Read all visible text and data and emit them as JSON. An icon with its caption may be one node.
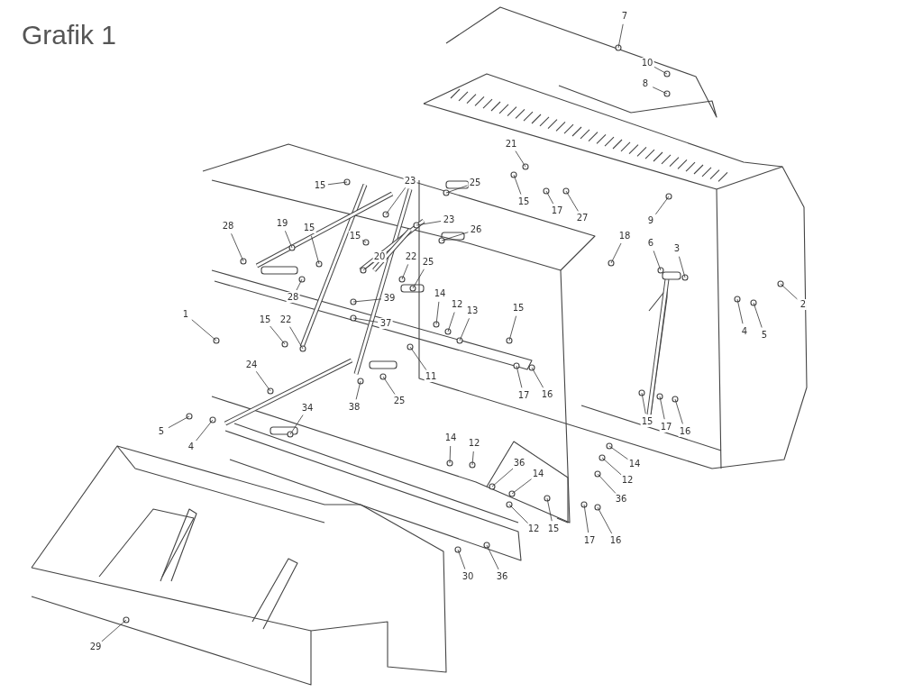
{
  "diagram": {
    "title": "Grafik 1",
    "nodes": [
      {
        "text": [
          "7"
        ]
      },
      {
        "text": [
          "10"
        ]
      },
      {
        "text": [
          "8"
        ]
      },
      {
        "text": [
          "21"
        ]
      },
      {
        "text": [
          "23"
        ]
      },
      {
        "text": [
          "25"
        ]
      },
      {
        "text": [
          "15"
        ]
      },
      {
        "text": [
          "15"
        ]
      },
      {
        "text": [
          "17"
        ]
      },
      {
        "text": [
          "27"
        ]
      },
      {
        "text": [
          "9"
        ]
      },
      {
        "text": [
          "23"
        ]
      },
      {
        "text": [
          "28"
        ]
      },
      {
        "text": [
          "19"
        ]
      },
      {
        "text": [
          "15"
        ]
      },
      {
        "text": [
          "26"
        ]
      },
      {
        "text": [
          "15"
        ]
      },
      {
        "text": [
          "18"
        ]
      },
      {
        "text": [
          "6"
        ]
      },
      {
        "text": [
          "20"
        ]
      },
      {
        "text": [
          "3"
        ]
      },
      {
        "text": [
          "22"
        ]
      },
      {
        "text": [
          "25"
        ]
      },
      {
        "text": [
          "14"
        ]
      },
      {
        "text": [
          "28"
        ]
      },
      {
        "text": [
          "39"
        ]
      },
      {
        "text": [
          "12"
        ]
      },
      {
        "text": [
          "2"
        ]
      },
      {
        "text": [
          "15"
        ]
      },
      {
        "text": [
          "13"
        ]
      },
      {
        "text": [
          "1"
        ]
      },
      {
        "text": [
          "15"
        ]
      },
      {
        "text": [
          "22"
        ]
      },
      {
        "text": [
          "37"
        ]
      },
      {
        "text": [
          "4"
        ]
      },
      {
        "text": [
          "5"
        ]
      },
      {
        "text": [
          "24"
        ]
      },
      {
        "text": [
          "11"
        ]
      },
      {
        "text": [
          "16"
        ]
      },
      {
        "text": [
          "17"
        ]
      },
      {
        "text": [
          "25"
        ]
      },
      {
        "text": [
          "38"
        ]
      },
      {
        "text": [
          "34"
        ]
      },
      {
        "text": [
          "15"
        ]
      },
      {
        "text": [
          "17"
        ]
      },
      {
        "text": [
          "16"
        ]
      },
      {
        "text": [
          "5"
        ]
      },
      {
        "text": [
          "4"
        ]
      },
      {
        "text": [
          "14"
        ]
      },
      {
        "text": [
          "12"
        ]
      },
      {
        "text": [
          "36"
        ]
      },
      {
        "text": [
          "14"
        ]
      },
      {
        "text": [
          "14"
        ]
      },
      {
        "text": [
          "12"
        ]
      },
      {
        "text": [
          "36"
        ]
      },
      {
        "text": [
          "12"
        ]
      },
      {
        "text": [
          "15"
        ]
      },
      {
        "text": [
          "17"
        ]
      },
      {
        "text": [
          "16"
        ]
      },
      {
        "text": [
          "30"
        ]
      },
      {
        "text": [
          "36"
        ]
      },
      {
        "text": [
          "29"
        ]
      }
    ],
    "edges": [
      {
        "from": 0,
        "to": null,
        "arrow": "none"
      },
      {
        "from": 1,
        "to": null,
        "arrow": "none"
      },
      {
        "from": 2,
        "to": null,
        "arrow": "none"
      },
      {
        "from": 3,
        "to": null,
        "arrow": "none"
      },
      {
        "from": 4,
        "to": null,
        "arrow": "none"
      },
      {
        "from": 5,
        "to": null,
        "arrow": "none"
      },
      {
        "from": 6,
        "to": null,
        "arrow": "none"
      },
      {
        "from": 7,
        "to": null,
        "arrow": "none"
      },
      {
        "from": 8,
        "to": null,
        "arrow": "none"
      },
      {
        "from": 9,
        "to": null,
        "arrow": "none"
      },
      {
        "from": 10,
        "to": null,
        "arrow": "none"
      },
      {
        "from": 11,
        "to": null,
        "arrow": "none"
      },
      {
        "from": 12,
        "to": null,
        "arrow": "none"
      },
      {
        "from": 13,
        "to": null,
        "arrow": "none"
      },
      {
        "from": 14,
        "to": null,
        "arrow": "none"
      },
      {
        "from": 15,
        "to": null,
        "arrow": "none"
      },
      {
        "from": 16,
        "to": null,
        "arrow": "none"
      },
      {
        "from": 17,
        "to": null,
        "arrow": "none"
      },
      {
        "from": 18,
        "to": null,
        "arrow": "none"
      },
      {
        "from": 19,
        "to": null,
        "arrow": "none"
      },
      {
        "from": 20,
        "to": null,
        "arrow": "none"
      },
      {
        "from": 21,
        "to": null,
        "arrow": "none"
      },
      {
        "from": 22,
        "to": null,
        "arrow": "none"
      },
      {
        "from": 23,
        "to": null,
        "arrow": "none"
      },
      {
        "from": 24,
        "to": null,
        "arrow": "none"
      },
      {
        "from": 25,
        "to": null,
        "arrow": "none"
      },
      {
        "from": 26,
        "to": null,
        "arrow": "none"
      },
      {
        "from": 27,
        "to": null,
        "arrow": "none"
      },
      {
        "from": 28,
        "to": null,
        "arrow": "none"
      },
      {
        "from": 29,
        "to": null,
        "arrow": "none"
      },
      {
        "from": 30,
        "to": null,
        "arrow": "none"
      },
      {
        "from": 31,
        "to": null,
        "arrow": "none"
      },
      {
        "from": 32,
        "to": null,
        "arrow": "none"
      },
      {
        "from": 33,
        "to": null,
        "arrow": "none"
      },
      {
        "from": 34,
        "to": null,
        "arrow": "none"
      },
      {
        "from": 35,
        "to": null,
        "arrow": "none"
      },
      {
        "from": 36,
        "to": null,
        "arrow": "none"
      },
      {
        "from": 37,
        "to": null,
        "arrow": "none"
      },
      {
        "from": 38,
        "to": null,
        "arrow": "none"
      },
      {
        "from": 39,
        "to": null,
        "arrow": "none"
      },
      {
        "from": 40,
        "to": null,
        "arrow": "none"
      },
      {
        "from": 41,
        "to": null,
        "arrow": "none"
      },
      {
        "from": 42,
        "to": null,
        "arrow": "none"
      },
      {
        "from": 43,
        "to": null,
        "arrow": "none"
      },
      {
        "from": 44,
        "to": null,
        "arrow": "none"
      },
      {
        "from": 45,
        "to": null,
        "arrow": "none"
      },
      {
        "from": 46,
        "to": null,
        "arrow": "none"
      },
      {
        "from": 47,
        "to": null,
        "arrow": "none"
      },
      {
        "from": 48,
        "to": null,
        "arrow": "none"
      },
      {
        "from": 49,
        "to": null,
        "arrow": "none"
      },
      {
        "from": 50,
        "to": null,
        "arrow": "none"
      },
      {
        "from": 51,
        "to": null,
        "arrow": "none"
      },
      {
        "from": 52,
        "to": null,
        "arrow": "none"
      },
      {
        "from": 53,
        "to": null,
        "arrow": "none"
      },
      {
        "from": 54,
        "to": null,
        "arrow": "none"
      },
      {
        "from": 55,
        "to": null,
        "arrow": "none"
      },
      {
        "from": 56,
        "to": null,
        "arrow": "none"
      },
      {
        "from": 57,
        "to": null,
        "arrow": "none"
      },
      {
        "from": 58,
        "to": null,
        "arrow": "none"
      },
      {
        "from": 59,
        "to": null,
        "arrow": "none"
      },
      {
        "from": 60,
        "to": null,
        "arrow": "none"
      },
      {
        "from": 61,
        "to": null,
        "arrow": "none"
      }
    ]
  }
}
